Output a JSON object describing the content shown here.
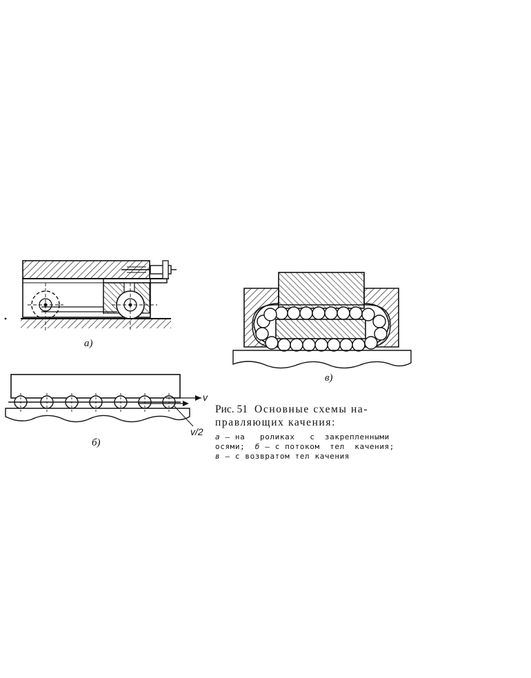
{
  "figure": {
    "labels": {
      "a": "а)",
      "b": "б)",
      "v": "в)",
      "velocity": "v",
      "half_velocity": "v/2"
    },
    "caption": {
      "number": "Рис. 51",
      "title_line1": "Основные схемы на-",
      "title_line2": "правляющих качения:",
      "items": [
        {
          "letter": "а",
          "text": "на   роликах   с  закрепленными"
        },
        {
          "letter": "б",
          "text": "с потоком  тел  качения;"
        },
        {
          "letter": "в",
          "text": "с возвратом тел качения"
        }
      ],
      "line2_prefix": "осями;  "
    }
  }
}
